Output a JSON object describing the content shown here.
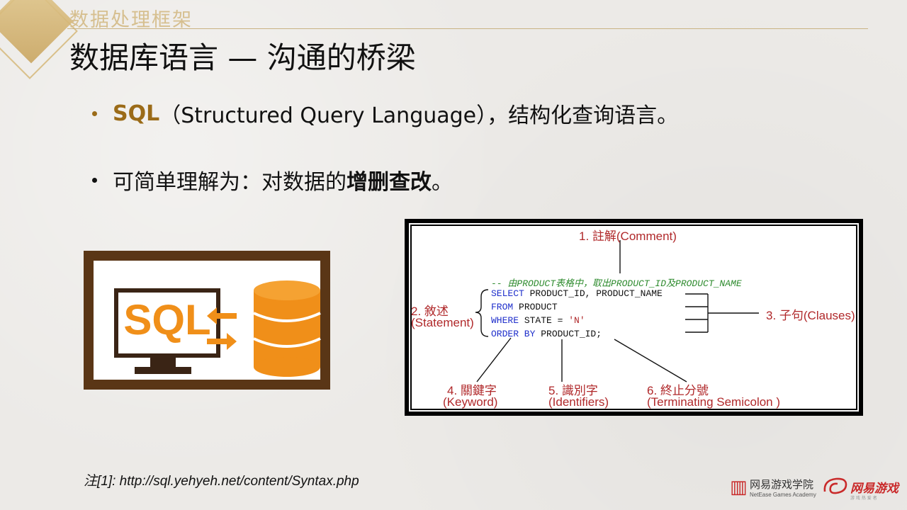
{
  "header": {
    "section_title": "数据处理框架",
    "slide_title": "数据库语言 — 沟通的桥梁"
  },
  "bullets": [
    {
      "highlight": "SQL",
      "text": "（Structured Query Language），结构化查询语言。"
    },
    {
      "prefix": "可简单理解为：对数据的",
      "bold": "增删查改",
      "suffix": "。"
    }
  ],
  "sql_icon": {
    "label": "SQL"
  },
  "diagram": {
    "labels": {
      "comment": "1. 註解(Comment)",
      "statement_1": "2. 敘述",
      "statement_2": "(Statement)",
      "clauses": "3. 子句(Clauses)",
      "keyword_1": "4. 關鍵字",
      "keyword_2": "(Keyword)",
      "identifiers_1": "5. 識別字",
      "identifiers_2": "(Identifiers)",
      "semicolon_1": "6. 終止分號",
      "semicolon_2": "(Terminating Semicolon )"
    },
    "code": {
      "comment": "-- 由PRODUCT表格中，取出PRODUCT_ID及PRODUCT_NAME",
      "line1_kw": "SELECT",
      "line1_rest": " PRODUCT_ID, PRODUCT_NAME",
      "line2_kw": "FROM",
      "line2_rest": " PRODUCT",
      "line3_kw": "WHERE",
      "line3_mid": " STATE = ",
      "line3_str": "'N'",
      "line4_kw": "ORDER BY",
      "line4_rest": " PRODUCT_ID;"
    }
  },
  "footnote": "注[1]:  http://sql.yehyeh.net/content/Syntax.php",
  "logos": {
    "academy_cn": "网易游戏学院",
    "academy_en": "NetEase Games Academy",
    "games_cn": "网易游戏",
    "games_sub": "游 戏 热 爱 者"
  },
  "colors": {
    "accent_gold": "#9b6b18",
    "header_gold": "#d6bf8f",
    "diagram_red": "#b0282a",
    "keyword_blue": "#1f2fcb",
    "comment_green": "#2e8b2e",
    "icon_orange": "#f08f19",
    "icon_brown": "#5a3616"
  }
}
